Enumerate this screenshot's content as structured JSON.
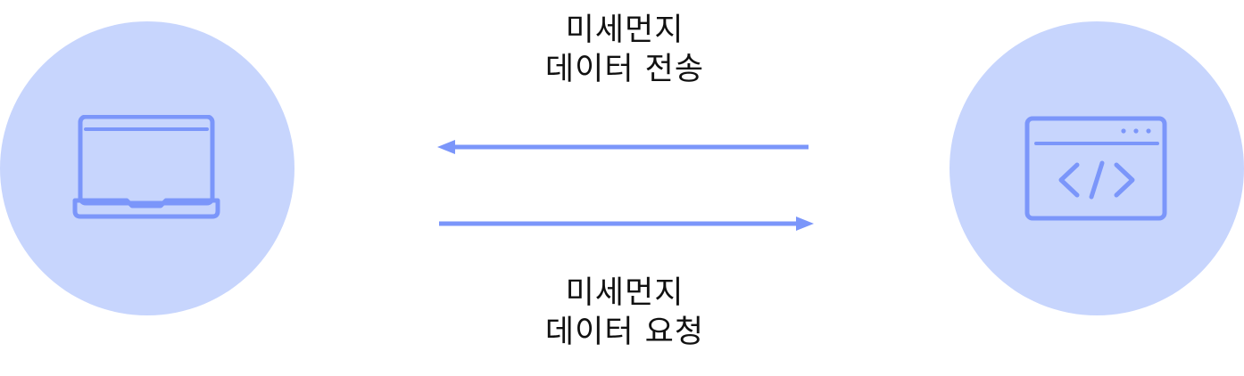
{
  "colors": {
    "circle_fill": "#c7d5fd",
    "accent": "#7b96fa",
    "text": "#111111"
  },
  "nodes": {
    "client": {
      "icon": "laptop-icon"
    },
    "server": {
      "icon": "code-window-icon"
    }
  },
  "labels": {
    "top": {
      "line1": "미세먼지",
      "line2": "데이터 전송"
    },
    "bottom": {
      "line1": "미세먼지",
      "line2": "데이터 요청"
    }
  }
}
